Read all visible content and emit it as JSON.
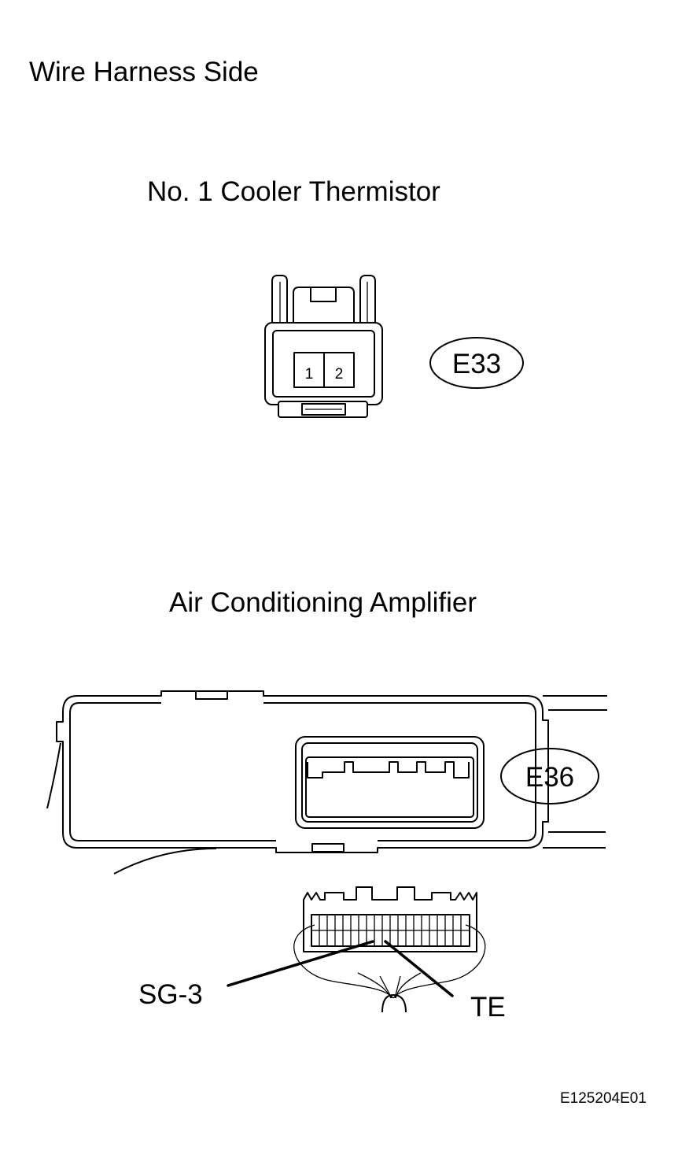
{
  "diagram": {
    "heading": "Wire Harness Side",
    "figure_code": "E125204E01",
    "thermistor": {
      "title": "No. 1 Cooler Thermistor",
      "connector_id": "E33",
      "pins": [
        "1",
        "2"
      ]
    },
    "amplifier": {
      "title": "Air Conditioning Amplifier",
      "connector_id": "E36",
      "terminals": [
        "SG-3",
        "TE"
      ]
    }
  }
}
